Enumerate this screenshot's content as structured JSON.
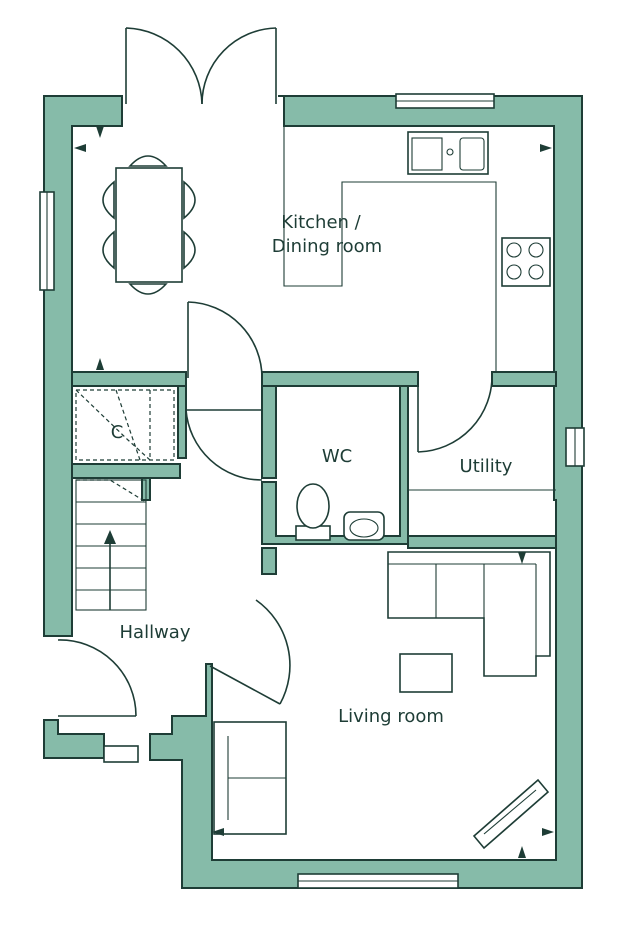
{
  "rooms": {
    "kitchen_line1": "Kitchen /",
    "kitchen_line2": "Dining room",
    "wc": "WC",
    "utility": "Utility",
    "cupboard": "C",
    "hallway": "Hallway",
    "living": "Living room"
  },
  "colors": {
    "wall_fill": "#86bba9",
    "line": "#1e3d36",
    "background": "#ffffff"
  },
  "icons": [
    "sink-icon",
    "hob-icon",
    "toilet-icon",
    "basin-icon",
    "table-icon",
    "chair-icon",
    "sofa-icon",
    "stairs-icon",
    "door-icon",
    "window-icon"
  ]
}
